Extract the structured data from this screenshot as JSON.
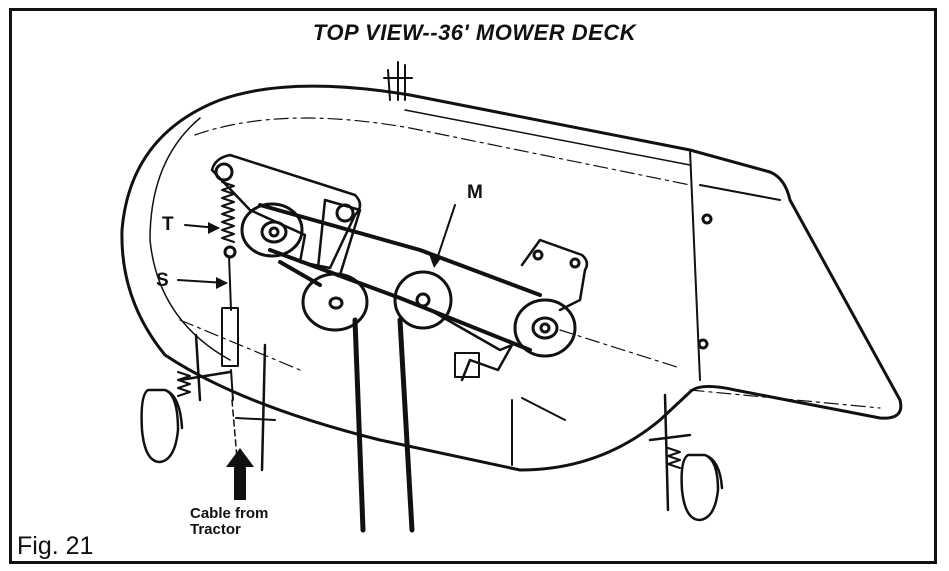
{
  "title": "TOP VIEW--36' MOWER DECK",
  "labels": {
    "m": "M",
    "t": "T",
    "s": "S"
  },
  "cable_caption_line1": "Cable from",
  "cable_caption_line2": "Tractor",
  "figure_label": "Fig. 21"
}
